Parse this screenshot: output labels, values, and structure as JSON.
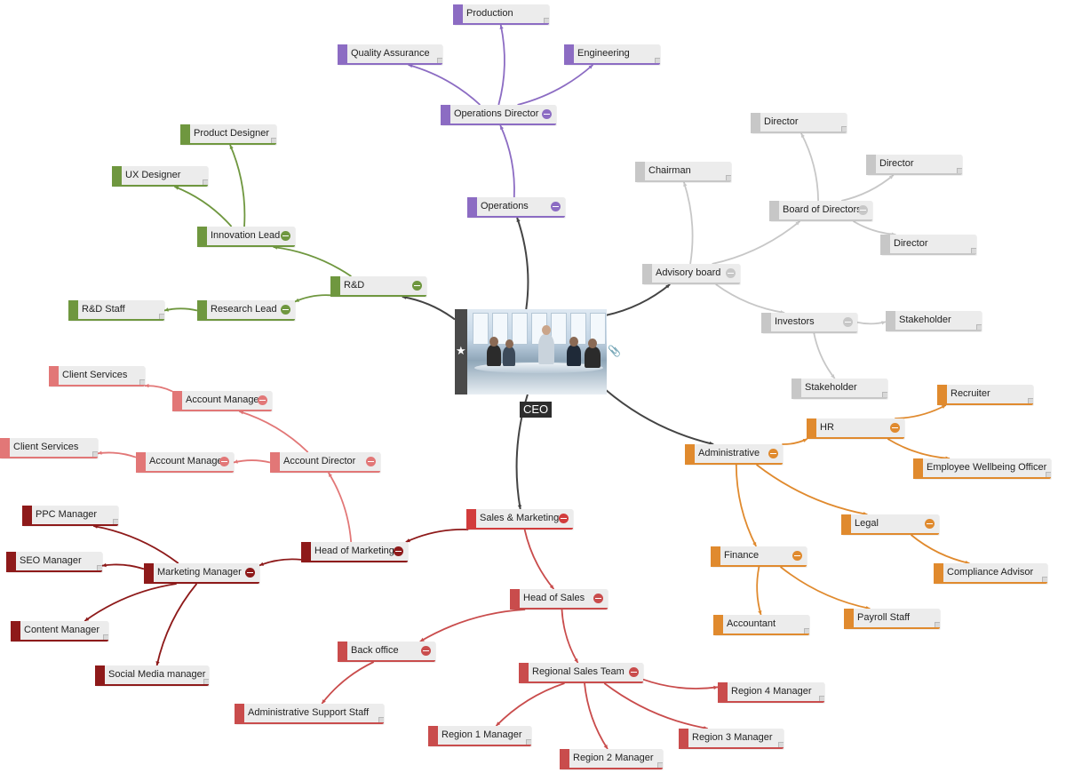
{
  "root": {
    "label": "CEO",
    "image_alt": "team meeting photo",
    "icons": [
      "star-icon",
      "paperclip-icon"
    ]
  },
  "branch_colors": {
    "operations": "#8c6cc3",
    "advisory": "#c7c7c7",
    "administrative": "#e08a2e",
    "sales": "#c94c4c",
    "sales_light": "#e27777",
    "marketing": "#8e1a1a",
    "rnd": "#6f973f",
    "center": "#444444"
  },
  "nodes": [
    {
      "id": "operations",
      "label": "Operations",
      "color": "#8c6cc3",
      "collapse": true
    },
    {
      "id": "operations-director",
      "label": "Operations Director",
      "color": "#8c6cc3",
      "collapse": true
    },
    {
      "id": "production",
      "label": "Production",
      "color": "#8c6cc3"
    },
    {
      "id": "quality-assurance",
      "label": "Quality Assurance",
      "color": "#8c6cc3"
    },
    {
      "id": "engineering",
      "label": "Engineering",
      "color": "#8c6cc3"
    },
    {
      "id": "advisory-board",
      "label": "Advisory board",
      "color": "#c7c7c7",
      "collapse": true
    },
    {
      "id": "chairman",
      "label": "Chairman",
      "color": "#c7c7c7"
    },
    {
      "id": "board-of-directors",
      "label": "Board of Directors",
      "color": "#c7c7c7",
      "collapse": true
    },
    {
      "id": "director-1",
      "label": "Director",
      "color": "#c7c7c7"
    },
    {
      "id": "director-2",
      "label": "Director",
      "color": "#c7c7c7"
    },
    {
      "id": "director-3",
      "label": "Director",
      "color": "#c7c7c7"
    },
    {
      "id": "investors",
      "label": "Investors",
      "color": "#c7c7c7",
      "collapse": true
    },
    {
      "id": "stakeholder-1",
      "label": "Stakeholder",
      "color": "#c7c7c7"
    },
    {
      "id": "stakeholder-2",
      "label": "Stakeholder",
      "color": "#c7c7c7"
    },
    {
      "id": "administrative",
      "label": "Administrative",
      "color": "#e08a2e",
      "collapse": true
    },
    {
      "id": "hr",
      "label": "HR",
      "color": "#e08a2e",
      "collapse": true
    },
    {
      "id": "recruiter",
      "label": "Recruiter",
      "color": "#e08a2e"
    },
    {
      "id": "employee-wellbeing",
      "label": "Employee Wellbeing Officer",
      "color": "#e08a2e"
    },
    {
      "id": "legal",
      "label": "Legal",
      "color": "#e08a2e",
      "collapse": true
    },
    {
      "id": "compliance-advisor",
      "label": "Compliance Advisor",
      "color": "#e08a2e"
    },
    {
      "id": "finance",
      "label": "Finance",
      "color": "#e08a2e",
      "collapse": true
    },
    {
      "id": "accountant",
      "label": "Accountant",
      "color": "#e08a2e"
    },
    {
      "id": "payroll-staff",
      "label": "Payroll Staff",
      "color": "#e08a2e"
    },
    {
      "id": "sales-marketing",
      "label": "Sales & Marketing",
      "color": "#d23c3c",
      "collapse": true
    },
    {
      "id": "head-of-sales",
      "label": "Head of Sales",
      "color": "#c94c4c",
      "collapse": true
    },
    {
      "id": "back-office",
      "label": "Back office",
      "color": "#c94c4c",
      "collapse": true
    },
    {
      "id": "admin-support-staff",
      "label": "Administrative Support Staff",
      "color": "#c94c4c"
    },
    {
      "id": "regional-sales-team",
      "label": "Regional Sales Team",
      "color": "#c94c4c",
      "collapse": true
    },
    {
      "id": "region-1",
      "label": "Region 1 Manager",
      "color": "#c94c4c"
    },
    {
      "id": "region-2",
      "label": "Region 2 Manager",
      "color": "#c94c4c"
    },
    {
      "id": "region-3",
      "label": "Region 3 Manager",
      "color": "#c94c4c"
    },
    {
      "id": "region-4",
      "label": "Region 4 Manager",
      "color": "#c94c4c"
    },
    {
      "id": "head-of-marketing",
      "label": "Head of Marketing",
      "color": "#8e1a1a",
      "collapse": true
    },
    {
      "id": "marketing-manager",
      "label": "Marketing Manager",
      "color": "#8e1a1a",
      "collapse": true
    },
    {
      "id": "ppc-manager",
      "label": "PPC Manager",
      "color": "#8e1a1a"
    },
    {
      "id": "seo-manager",
      "label": "SEO Manager",
      "color": "#8e1a1a"
    },
    {
      "id": "content-manager",
      "label": "Content Manager",
      "color": "#8e1a1a"
    },
    {
      "id": "social-media-manager",
      "label": "Social Media manager",
      "color": "#8e1a1a"
    },
    {
      "id": "account-director",
      "label": "Account Director",
      "color": "#e27777",
      "collapse": true
    },
    {
      "id": "account-manager-1",
      "label": "Account Manager",
      "color": "#e27777",
      "collapse": true
    },
    {
      "id": "account-manager-2",
      "label": "Account Manager",
      "color": "#e27777",
      "collapse": true
    },
    {
      "id": "client-services-1",
      "label": "Client Services",
      "color": "#e27777"
    },
    {
      "id": "client-services-2",
      "label": "Client Services",
      "color": "#e27777"
    },
    {
      "id": "rnd",
      "label": "R&D",
      "color": "#6f973f",
      "collapse": true
    },
    {
      "id": "innovation-lead",
      "label": "Innovation Lead",
      "color": "#6f973f",
      "collapse": true
    },
    {
      "id": "research-lead",
      "label": "Research Lead",
      "color": "#6f973f",
      "collapse": true
    },
    {
      "id": "product-designer",
      "label": "Product Designer",
      "color": "#6f973f"
    },
    {
      "id": "ux-designer",
      "label": "UX Designer",
      "color": "#6f973f"
    },
    {
      "id": "rnd-staff",
      "label": "R&D Staff",
      "color": "#6f973f"
    }
  ],
  "edges": [
    [
      "ceo",
      "operations"
    ],
    [
      "operations",
      "operations-director"
    ],
    [
      "operations-director",
      "production"
    ],
    [
      "operations-director",
      "quality-assurance"
    ],
    [
      "operations-director",
      "engineering"
    ],
    [
      "ceo",
      "advisory-board"
    ],
    [
      "advisory-board",
      "chairman"
    ],
    [
      "advisory-board",
      "board-of-directors"
    ],
    [
      "board-of-directors",
      "director-1"
    ],
    [
      "board-of-directors",
      "director-2"
    ],
    [
      "board-of-directors",
      "director-3"
    ],
    [
      "advisory-board",
      "investors"
    ],
    [
      "investors",
      "stakeholder-1"
    ],
    [
      "investors",
      "stakeholder-2"
    ],
    [
      "ceo",
      "administrative"
    ],
    [
      "administrative",
      "hr"
    ],
    [
      "hr",
      "recruiter"
    ],
    [
      "hr",
      "employee-wellbeing"
    ],
    [
      "administrative",
      "legal"
    ],
    [
      "legal",
      "compliance-advisor"
    ],
    [
      "administrative",
      "finance"
    ],
    [
      "finance",
      "accountant"
    ],
    [
      "finance",
      "payroll-staff"
    ],
    [
      "ceo",
      "sales-marketing"
    ],
    [
      "sales-marketing",
      "head-of-sales"
    ],
    [
      "head-of-sales",
      "back-office"
    ],
    [
      "back-office",
      "admin-support-staff"
    ],
    [
      "head-of-sales",
      "regional-sales-team"
    ],
    [
      "regional-sales-team",
      "region-1"
    ],
    [
      "regional-sales-team",
      "region-2"
    ],
    [
      "regional-sales-team",
      "region-3"
    ],
    [
      "regional-sales-team",
      "region-4"
    ],
    [
      "sales-marketing",
      "head-of-marketing"
    ],
    [
      "head-of-marketing",
      "marketing-manager"
    ],
    [
      "marketing-manager",
      "ppc-manager"
    ],
    [
      "marketing-manager",
      "seo-manager"
    ],
    [
      "marketing-manager",
      "content-manager"
    ],
    [
      "marketing-manager",
      "social-media-manager"
    ],
    [
      "head-of-marketing",
      "account-director"
    ],
    [
      "account-director",
      "account-manager-1"
    ],
    [
      "account-director",
      "account-manager-2"
    ],
    [
      "account-manager-1",
      "client-services-1"
    ],
    [
      "account-manager-2",
      "client-services-2"
    ],
    [
      "ceo",
      "rnd"
    ],
    [
      "rnd",
      "innovation-lead"
    ],
    [
      "rnd",
      "research-lead"
    ],
    [
      "innovation-lead",
      "product-designer"
    ],
    [
      "innovation-lead",
      "ux-designer"
    ],
    [
      "research-lead",
      "rnd-staff"
    ]
  ]
}
